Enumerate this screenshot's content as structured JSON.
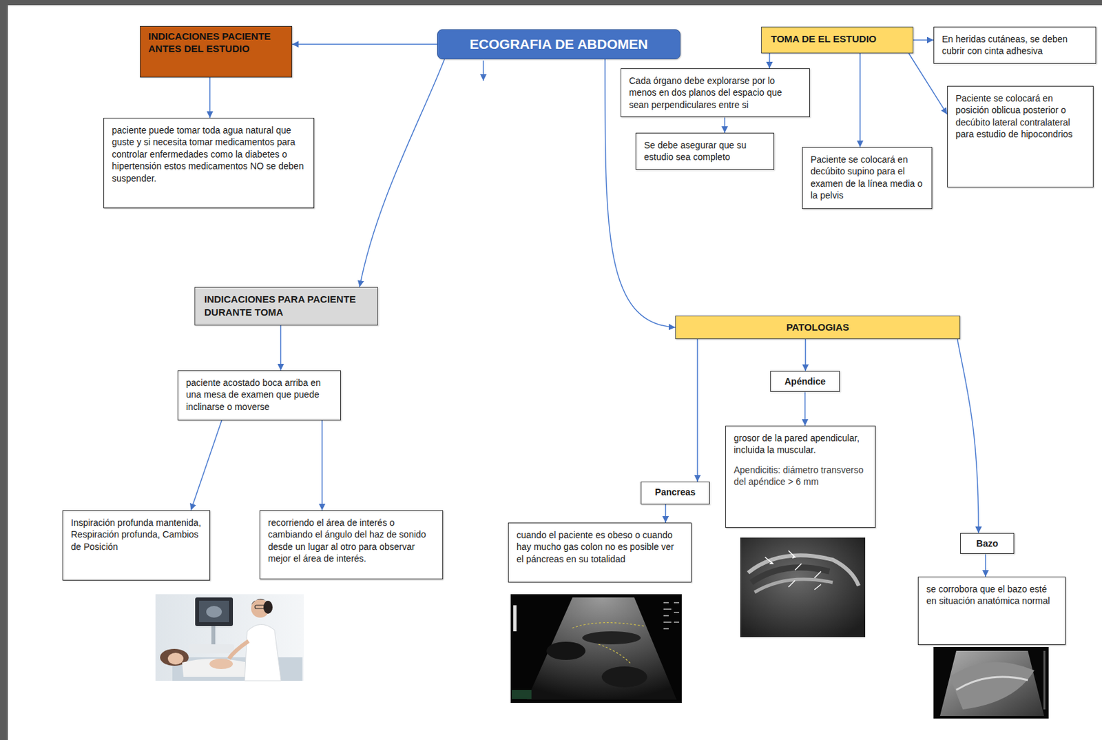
{
  "diagram": {
    "nodes": [
      {
        "text": [
          "ECOGRAFIA DE ABDOMEN"
        ]
      },
      {
        "text": [
          "INDICACIONES PACIENTE ANTES DEL ESTUDIO"
        ]
      },
      {
        "text": [
          "TOMA DE EL ESTUDIO"
        ]
      },
      {
        "text": [
          "En heridas cutáneas, se deben cubrir con cinta adhesiva"
        ]
      },
      {
        "text": [
          "paciente puede tomar toda agua natural que guste y si necesita tomar medicamentos para controlar enfermedades como la diabetes o hipertensión estos medicamentos NO se deben suspender."
        ]
      },
      {
        "text": [
          "Cada órgano debe explorarse por lo menos en dos planos del espacio que sean perpendiculares entre si"
        ]
      },
      {
        "text": [
          "Se debe asegurar que su estudio sea completo"
        ]
      },
      {
        "text": [
          "Paciente se colocará en decúbito supino para el examen de la línea media o la pelvis"
        ]
      },
      {
        "text": [
          "Paciente se colocará en posición oblicua posterior o decúbito lateral contralateral para estudio de hipocondrios"
        ]
      },
      {
        "text": [
          "INDICACIONES PARA PACIENTE DURANTE TOMA"
        ]
      },
      {
        "text": [
          "paciente acostado boca arriba en una mesa de examen que puede inclinarse o moverse"
        ]
      },
      {
        "text": [
          "Inspiración profunda mantenida, Respiración profunda, Cambios de Posición"
        ]
      },
      {
        "text": [
          "recorriendo el área de interés o cambiando el ángulo del haz de sonido desde un lugar al otro para observar mejor el área de interés."
        ]
      },
      {
        "text": [
          "PATOLOGIAS"
        ]
      },
      {
        "text": [
          "Apéndice"
        ]
      },
      {
        "text": [
          "grosor de la pared apendicular, incluida la muscular.",
          "Apendicitis: diámetro transverso del apéndice > 6 mm"
        ]
      },
      {
        "text": [
          "Pancreas"
        ]
      },
      {
        "text": [
          "cuando el paciente es obeso o cuando hay mucho gas colon no es posible ver el páncreas en su totalidad"
        ]
      },
      {
        "text": [
          "Bazo"
        ]
      },
      {
        "text": [
          "se corrobora que el bazo esté en situación anatómica normal"
        ]
      }
    ],
    "edges": [
      {
        "from": 0,
        "to": 1,
        "arrow": "to"
      },
      {
        "from": 0,
        "to": 9,
        "arrow": "to"
      },
      {
        "from": 0,
        "to": 13,
        "arrow": "to"
      },
      {
        "from": 1,
        "to": 4,
        "arrow": "to"
      },
      {
        "from": 2,
        "to": 3,
        "arrow": "to"
      },
      {
        "from": 2,
        "to": 5,
        "arrow": "to"
      },
      {
        "from": 5,
        "to": 6,
        "arrow": "to"
      },
      {
        "from": 2,
        "to": 7,
        "arrow": "to"
      },
      {
        "from": 2,
        "to": 8,
        "arrow": "to"
      },
      {
        "from": 9,
        "to": 10,
        "arrow": "to"
      },
      {
        "from": 10,
        "to": 11,
        "arrow": "to"
      },
      {
        "from": 10,
        "to": 12,
        "arrow": "to"
      },
      {
        "from": 13,
        "to": 16,
        "arrow": "to"
      },
      {
        "from": 13,
        "to": 14,
        "arrow": "to"
      },
      {
        "from": 13,
        "to": 18,
        "arrow": "to"
      },
      {
        "from": 14,
        "to": 15,
        "arrow": "to"
      },
      {
        "from": 16,
        "to": 17,
        "arrow": "to"
      },
      {
        "from": 18,
        "to": 19,
        "arrow": "to"
      }
    ]
  }
}
